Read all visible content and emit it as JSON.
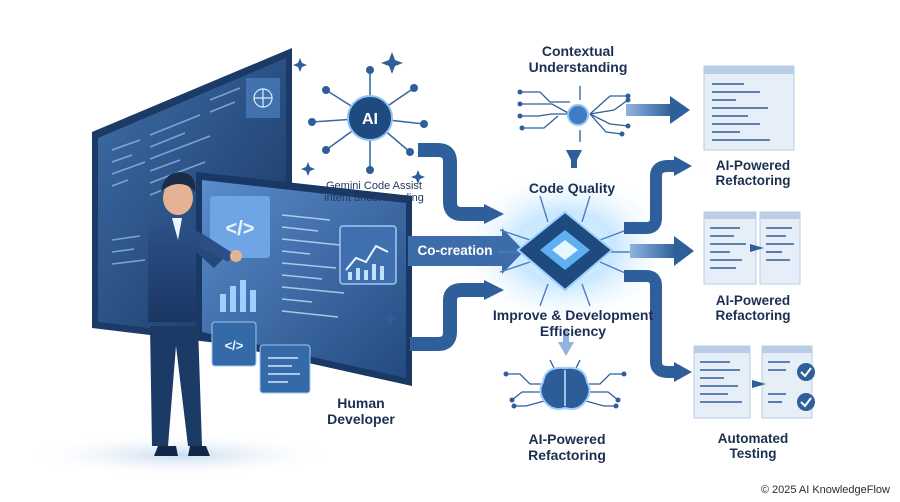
{
  "labels": {
    "contextual": [
      "Contextual",
      "Understanding"
    ],
    "ai_badge": "AI",
    "gemini": [
      "Gemini Code Assist",
      "intent understanding"
    ],
    "code_quality": "Code Quality",
    "co_creation": "Co-creation",
    "improve": [
      "Improve & Development",
      "Efficiency"
    ],
    "human": [
      "Human",
      "Developer"
    ],
    "ai_bottom": [
      "AI-Powered",
      "Refactoring"
    ],
    "right_1": [
      "AI-Powered",
      "Refactoring"
    ],
    "right_2": [
      "AI-Powered",
      "Refactoring"
    ],
    "automated": [
      "Automated",
      "Testing"
    ],
    "code_tag": "</>"
  },
  "footer": {
    "copyright": "© 2025 AI KnowledgeFlow"
  },
  "colors": {
    "navy": "#1b2f52",
    "blue": "#2f5f9a",
    "light_blue": "#8fb8e3",
    "glow": "#bfe3ff"
  },
  "icons": [
    "ai-hub-icon",
    "chip-icon",
    "brain-icon",
    "network-node-icon",
    "code-document-icon",
    "checkmark-icon",
    "sparkle-icon",
    "bar-chart-icon"
  ]
}
